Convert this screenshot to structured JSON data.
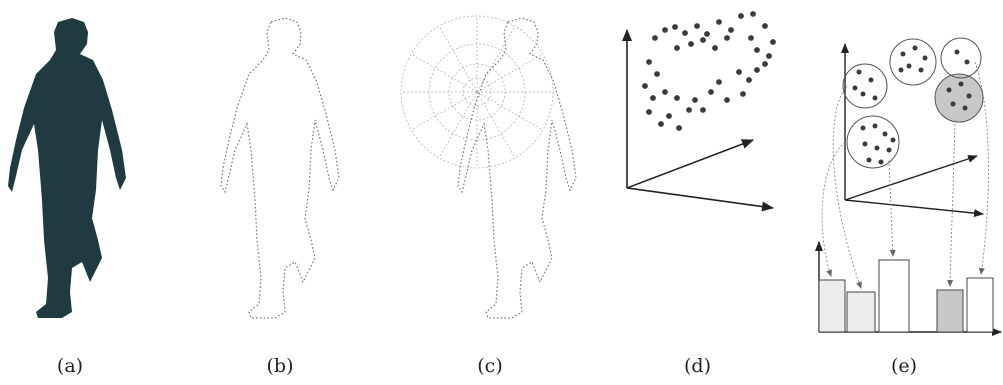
{
  "figure": {
    "panels": [
      {
        "id": "a",
        "caption": "(a)",
        "content": "silhouette"
      },
      {
        "id": "b",
        "caption": "(b)",
        "content": "contour"
      },
      {
        "id": "c",
        "caption": "(c)",
        "content": "shape-context"
      },
      {
        "id": "d",
        "caption": "(d)",
        "content": "descriptor-space"
      },
      {
        "id": "e",
        "caption": "(e)",
        "content": "bag-of-words-histogram"
      }
    ]
  },
  "colors": {
    "silhouette": "#1f3a40",
    "outline": "#777777",
    "grid": "#bbbbbb",
    "point": "#3a3a3a",
    "axis": "#222222",
    "cluster_fill": "#c8c8c8",
    "bin_light": "#ececec"
  }
}
